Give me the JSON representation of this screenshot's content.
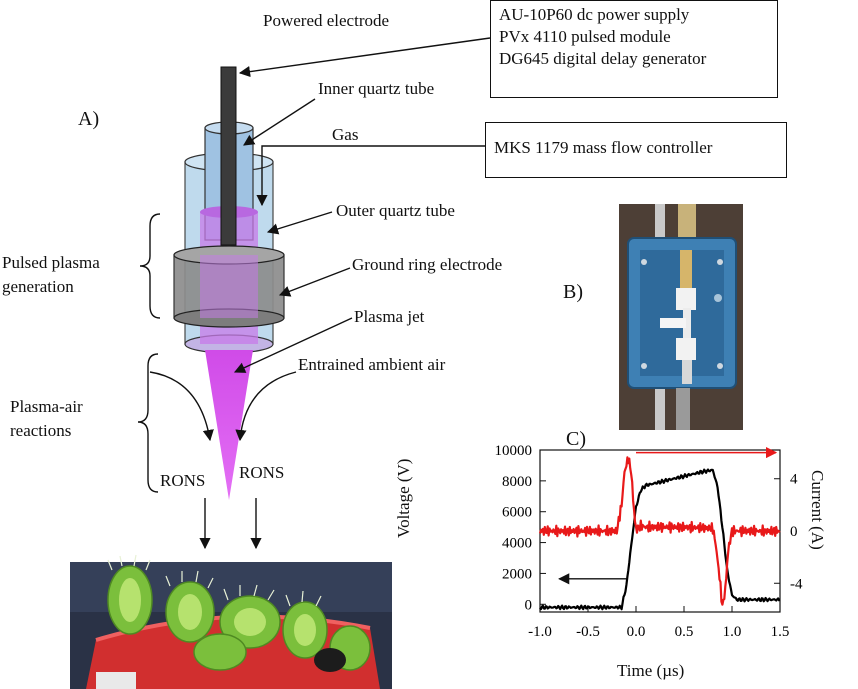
{
  "panel_labels": {
    "a": "A)",
    "b": "B)",
    "c": "C)"
  },
  "schematic": {
    "powered_electrode": "Powered electrode",
    "inner_quartz_tube": "Inner quartz tube",
    "gas": "Gas",
    "outer_quartz_tube": "Outer quartz tube",
    "ground_ring_electrode": "Ground ring electrode",
    "plasma_jet": "Plasma jet",
    "entrained_ambient_air": "Entrained ambient air",
    "pulsed_plasma_line1": "Pulsed plasma",
    "pulsed_plasma_line2": "generation",
    "plasma_air_line1": "Plasma-air",
    "plasma_air_line2": "reactions",
    "rons_left": "RONS",
    "rons_right": "RONS"
  },
  "power_box": [
    "AU-10P60 dc power supply",
    "PVx 4110 pulsed module",
    "DG645 digital delay generator"
  ],
  "mfc_box": "MKS 1179 mass flow controller",
  "colors": {
    "plasma": "#d64ff0",
    "tube": "#a9cfe8",
    "ring": "#8a8a8a",
    "voltage": "#000000",
    "current": "#e8191a"
  },
  "chart_data": {
    "type": "line",
    "xlabel": "Time (µs)",
    "ylabel": "Voltage (V)",
    "y2label": "Current (A)",
    "xlim": [
      -1.0,
      1.5
    ],
    "ylim": [
      -500,
      10000
    ],
    "y2lim": [
      -6.2,
      6.2
    ],
    "x_ticks": [
      "-1.0",
      "-0.5",
      "0.0",
      "0.5",
      "1.0",
      "1.5"
    ],
    "y_ticks": [
      "0",
      "2000",
      "4000",
      "6000",
      "8000",
      "10000"
    ],
    "y2_ticks": [
      "4",
      "0",
      "-4"
    ],
    "series": [
      {
        "name": "",
        "color": "#000000",
        "axis": "left",
        "x": [
          -1.0,
          -0.15,
          -0.1,
          -0.05,
          0.0,
          0.05,
          0.1,
          0.3,
          0.5,
          0.7,
          0.8,
          0.85,
          0.9,
          0.95,
          1.0,
          1.05,
          1.1,
          1.2,
          1.5
        ],
        "y": [
          -200,
          -200,
          1200,
          3800,
          6300,
          7400,
          7700,
          8000,
          8300,
          8600,
          8700,
          7600,
          5000,
          2200,
          600,
          300,
          300,
          300,
          300
        ]
      },
      {
        "name": "",
        "color": "#e8191a",
        "axis": "right",
        "x": [
          -1.0,
          -0.2,
          -0.15,
          -0.12,
          -0.08,
          -0.05,
          -0.02,
          0.0,
          0.05,
          0.1,
          0.5,
          0.8,
          0.83,
          0.87,
          0.9,
          0.93,
          0.96,
          1.0,
          1.5
        ],
        "y": [
          0,
          0,
          2.0,
          4.5,
          5.6,
          4.5,
          1.5,
          0.1,
          0.4,
          0.3,
          0.3,
          0.2,
          -1.0,
          -3.5,
          -5.8,
          -4.5,
          -1.5,
          0,
          0
        ]
      }
    ],
    "grid": false,
    "legend": "none"
  }
}
